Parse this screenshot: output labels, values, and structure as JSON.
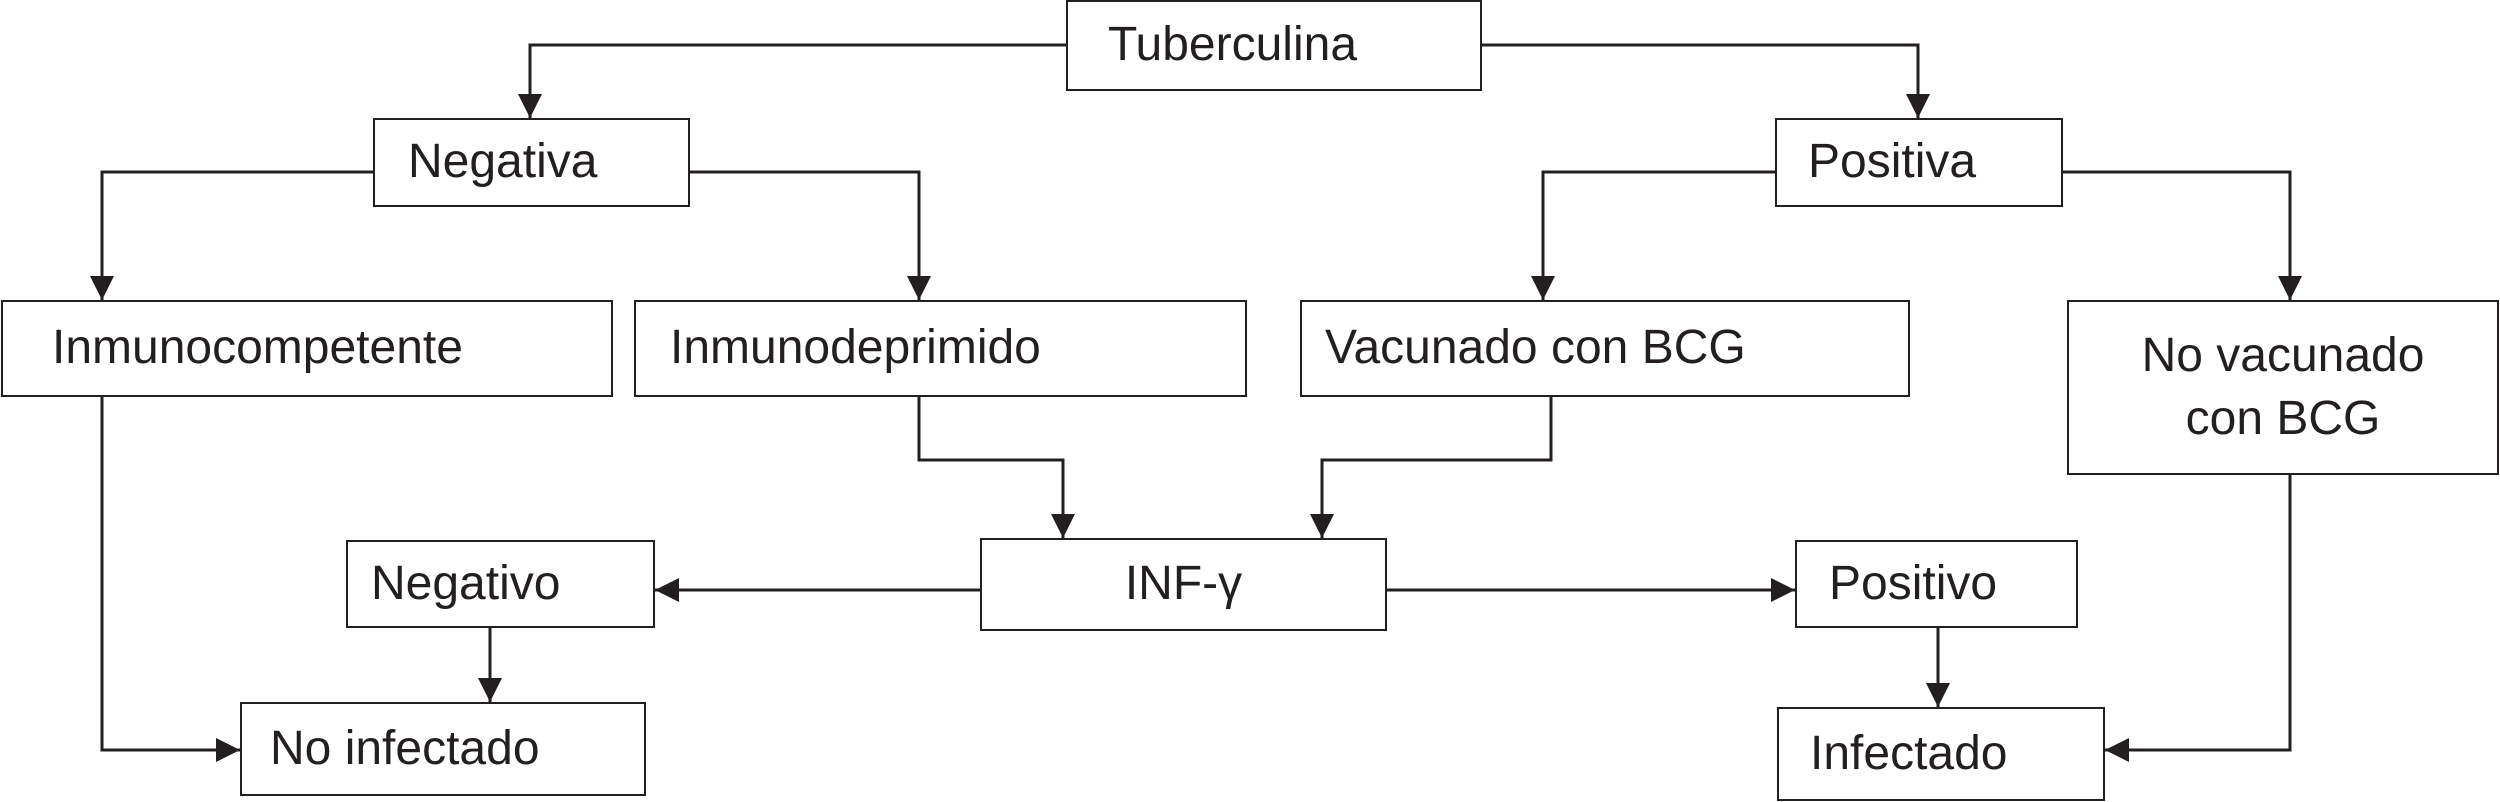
{
  "nodes": {
    "tuberculina": "Tuberculina",
    "negativa": "Negativa",
    "positiva": "Positiva",
    "inmunocompetente": "Inmunocompetente",
    "inmunodeprimido": "Inmunodeprimido",
    "vacunado": "Vacunado con BCG",
    "no_vacunado": "No vacunado\ncon BCG",
    "inf_gamma": "INF-γ",
    "negativo": "Negativo",
    "positivo": "Positivo",
    "no_infectado": "No infectado",
    "infectado": "Infectado"
  },
  "colors": {
    "line": "#231f20",
    "background": "#ffffff"
  }
}
